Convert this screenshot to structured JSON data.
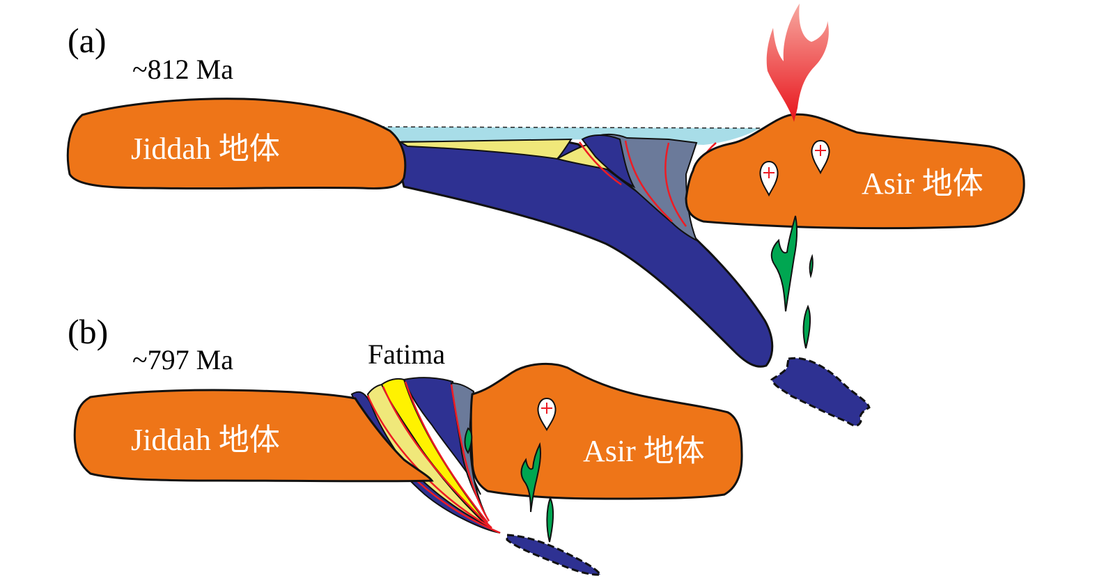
{
  "panel_a": {
    "label": "(a)",
    "age": "~812 Ma",
    "left_terrane": "Jiddah 地体",
    "right_terrane": "Asir 地体"
  },
  "panel_b": {
    "label": "(b)",
    "age": "~797 Ma",
    "basin": "Fatima",
    "left_terrane": "Jiddah 地体",
    "right_terrane": "Asir 地体"
  },
  "colors": {
    "terrane": "#ee7518",
    "oceanic_crust": "#2e3192",
    "sediment_pale": "#f0e87a",
    "sediment_yellow": "#fff200",
    "accretionary_wedge": "#6b7a9a",
    "seawater": "#a8dde8",
    "arc_magma": "#00a651",
    "volcanic_plume": "#ed1c24",
    "fault_line": "#ed1c24"
  }
}
